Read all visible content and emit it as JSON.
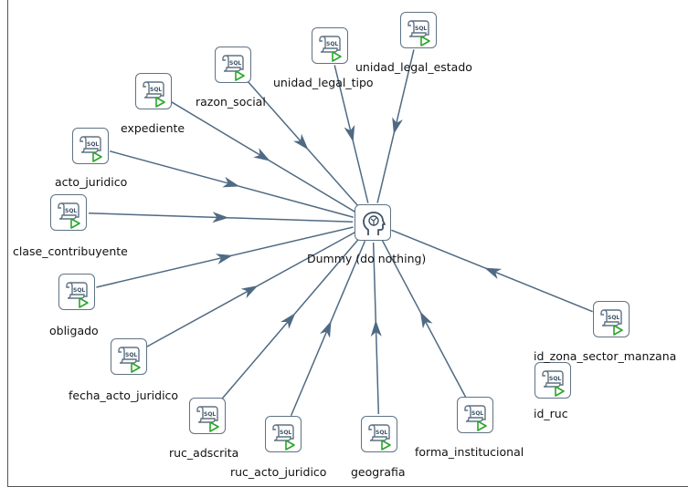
{
  "diagram": {
    "center": {
      "id": "dummy",
      "label": "Dummy (do nothing)",
      "icon": "dummy-step-icon"
    },
    "steps": [
      {
        "id": "unidad_legal_estado",
        "label": "unidad_legal_estado",
        "icon": "sql-table-input-icon"
      },
      {
        "id": "unidad_legal_tipo",
        "label": "unidad_legal_tipo",
        "icon": "sql-table-input-icon"
      },
      {
        "id": "razon_social",
        "label": "razon_social",
        "icon": "sql-table-input-icon"
      },
      {
        "id": "expediente",
        "label": "expediente",
        "icon": "sql-table-input-icon"
      },
      {
        "id": "acto_juridico",
        "label": "acto_juridico",
        "icon": "sql-table-input-icon"
      },
      {
        "id": "clase_contribuyente",
        "label": "clase_contribuyente",
        "icon": "sql-table-input-icon"
      },
      {
        "id": "obligado",
        "label": "obligado",
        "icon": "sql-table-input-icon"
      },
      {
        "id": "fecha_acto_juridico",
        "label": "fecha_acto_juridico",
        "icon": "sql-table-input-icon"
      },
      {
        "id": "ruc_adscrita",
        "label": "ruc_adscrita",
        "icon": "sql-table-input-icon"
      },
      {
        "id": "ruc_acto_juridico",
        "label": "ruc_acto_juridico",
        "icon": "sql-table-input-icon"
      },
      {
        "id": "geografia",
        "label": "geografia",
        "icon": "sql-table-input-icon"
      },
      {
        "id": "forma_institucional",
        "label": "forma_institucional",
        "icon": "sql-table-input-icon"
      },
      {
        "id": "id_ruc",
        "label": "id_ruc",
        "icon": "sql-table-input-icon"
      },
      {
        "id": "id_zona_sector_manzana",
        "label": "id_zona_sector_manzana",
        "icon": "sql-table-input-icon"
      }
    ],
    "hops": [
      {
        "from": "unidad_legal_estado",
        "to": "dummy"
      },
      {
        "from": "unidad_legal_tipo",
        "to": "dummy"
      },
      {
        "from": "razon_social",
        "to": "dummy"
      },
      {
        "from": "expediente",
        "to": "dummy"
      },
      {
        "from": "acto_juridico",
        "to": "dummy"
      },
      {
        "from": "clase_contribuyente",
        "to": "dummy"
      },
      {
        "from": "obligado",
        "to": "dummy"
      },
      {
        "from": "fecha_acto_juridico",
        "to": "dummy"
      },
      {
        "from": "ruc_adscrita",
        "to": "dummy"
      },
      {
        "from": "ruc_acto_juridico",
        "to": "dummy"
      },
      {
        "from": "geografia",
        "to": "dummy"
      },
      {
        "from": "forma_institucional",
        "to": "dummy"
      },
      {
        "from": "id_zona_sector_manzana",
        "to": "dummy"
      }
    ],
    "colors": {
      "hop": "#4f6a83",
      "icon_border": "#5f7284",
      "play": "#2aa52a"
    }
  }
}
